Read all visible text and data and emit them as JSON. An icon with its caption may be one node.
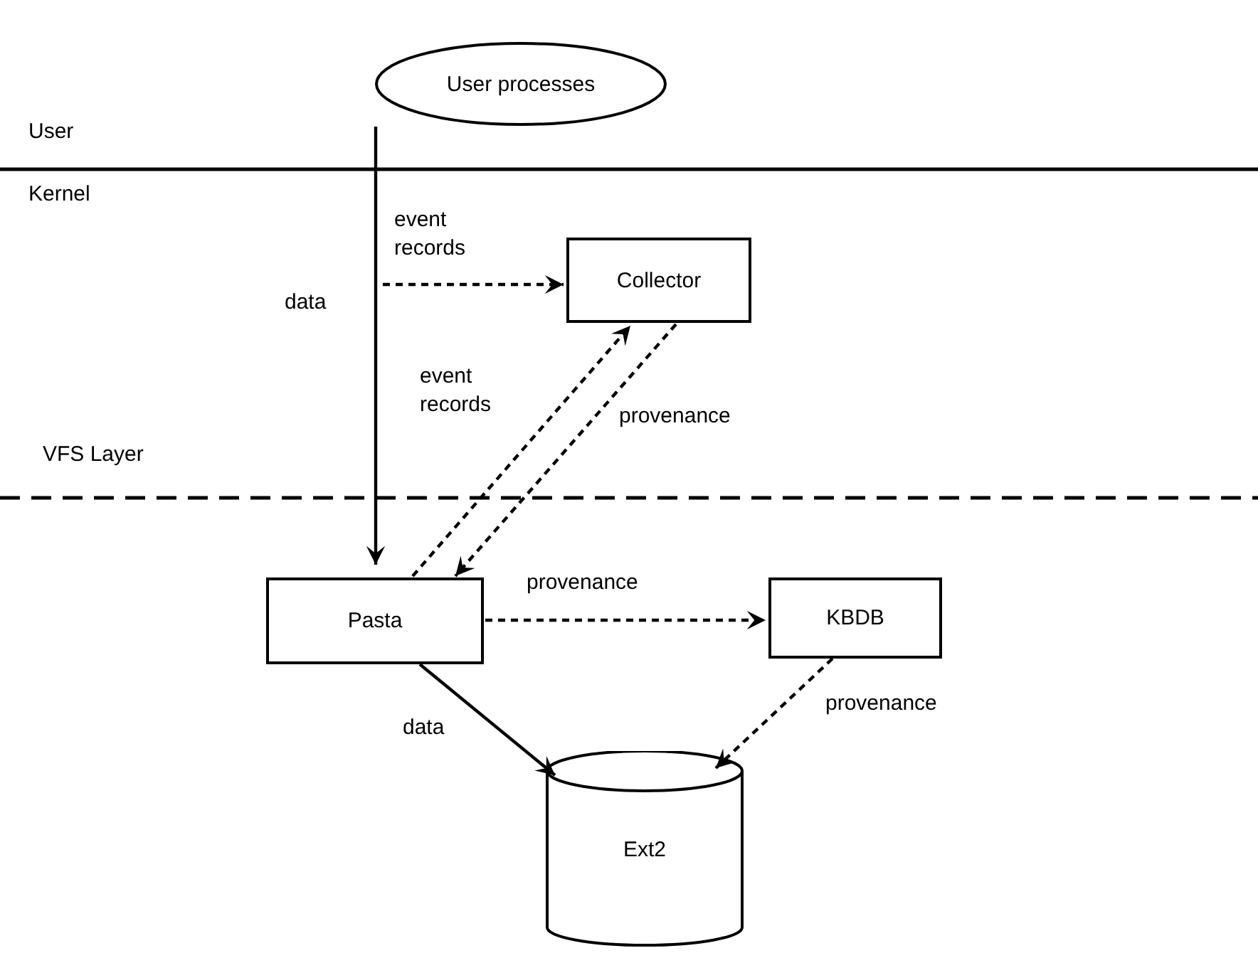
{
  "diagram": {
    "nodes": [
      {
        "text": [
          "User processes"
        ]
      },
      {
        "text": [
          "Collector"
        ]
      },
      {
        "text": [
          "Pasta"
        ]
      },
      {
        "text": [
          "KBDB"
        ]
      },
      {
        "text": [
          "Ext2"
        ]
      }
    ],
    "edges": [
      {
        "from": 0,
        "to": 2,
        "arrow": "to",
        "label": "data"
      },
      {
        "from": null,
        "to": 1,
        "arrow": "to",
        "label": "event records",
        "style": "dashed"
      },
      {
        "from": 2,
        "to": 1,
        "arrow": "to",
        "label": "event records",
        "style": "dashed"
      },
      {
        "from": 1,
        "to": 2,
        "arrow": "to",
        "label": "provenance",
        "style": "dashed"
      },
      {
        "from": 2,
        "to": 3,
        "arrow": "to",
        "label": "provenance",
        "style": "dashed"
      },
      {
        "from": 2,
        "to": 4,
        "arrow": "to",
        "label": "data"
      },
      {
        "from": 3,
        "to": 4,
        "arrow": "to",
        "label": "provenance",
        "style": "dashed"
      }
    ],
    "labels": [
      "User",
      "Kernel",
      "VFS Layer"
    ]
  }
}
